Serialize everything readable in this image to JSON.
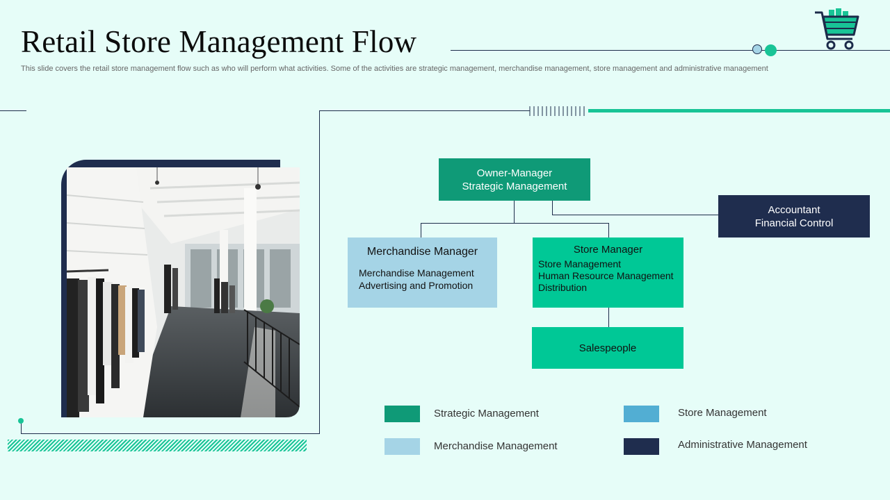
{
  "title": "Retail Store Management Flow",
  "subtitle": "This slide covers the retail store management flow such as who will perform what activities. Some of the activities are strategic management, merchandise management, store management and administrative management",
  "colors": {
    "background": "#e6fdf8",
    "strategic": "#0f9a77",
    "store": "#00c896",
    "merchandise": "#a5d4e6",
    "store_legend": "#52aed3",
    "administrative": "#1f2d4e",
    "accent": "#18c496"
  },
  "icons": {
    "header": "shopping-cart-icon"
  },
  "image": {
    "description_name": "clothing-store-interior-photo"
  },
  "org": {
    "owner": {
      "title": "Owner-Manager",
      "role": "Strategic Management"
    },
    "accountant": {
      "title": "Accountant",
      "role": "Financial Control"
    },
    "merchandise": {
      "title": "Merchandise Manager",
      "items": [
        "Merchandise Management",
        "Advertising and Promotion"
      ]
    },
    "store": {
      "title": "Store Manager",
      "items": [
        "Store Management",
        "Human Resource Management",
        "Distribution"
      ]
    },
    "sales": {
      "title": "Salespeople"
    }
  },
  "legend": {
    "strategic": "Strategic Management",
    "merchandise": "Merchandise Management",
    "store": "Store Management",
    "administrative": "Administrative Management"
  }
}
